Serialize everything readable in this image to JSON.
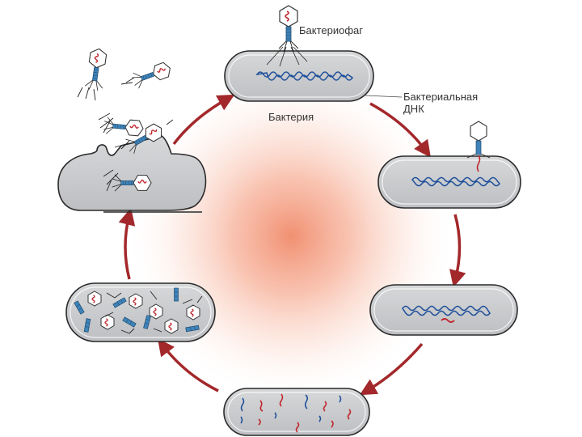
{
  "labels": {
    "bacteriophage": "Бактериофаг",
    "bacterial_dna_line1": "Бактериальная",
    "bacterial_dna_line2": "ДНК",
    "bacterium": "Бактерия"
  },
  "colors": {
    "cell_fill": "#c9cbcd",
    "cell_stroke": "#2a2a2a",
    "bacterial_dna": "#1e4f9a",
    "phage_dna": "#c0262d",
    "cycle_arrow": "#a3282b",
    "center_glow": "#f08a6a",
    "phage_tail": "#3f83b8"
  }
}
